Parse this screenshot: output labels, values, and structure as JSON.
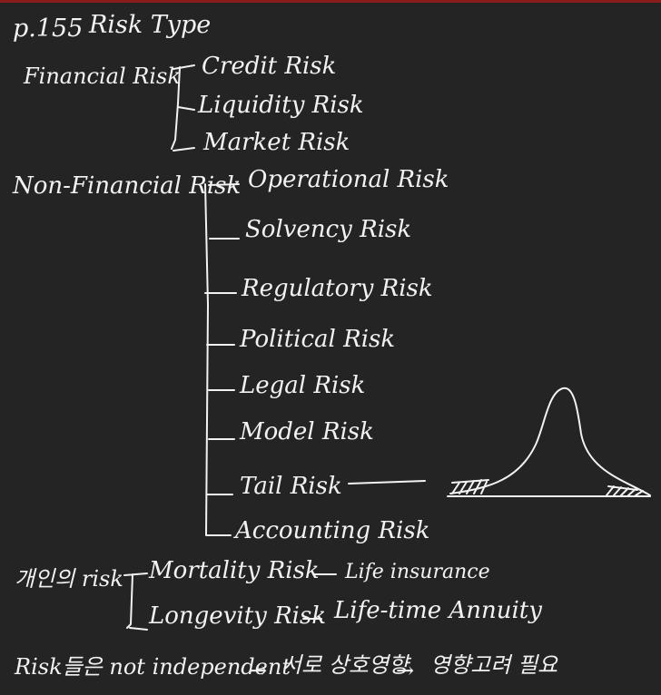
{
  "header": {
    "page_ref": "p.155",
    "title": "Risk Type"
  },
  "financial": {
    "label": "Financial Risk",
    "items": [
      "Credit Risk",
      "Liquidity Risk",
      "Market Risk"
    ]
  },
  "non_financial": {
    "label": "Non-Financial Risk",
    "items": [
      "Operational Risk",
      "Solvency Risk",
      "Regulatory Risk",
      "Political Risk",
      "Legal Risk",
      "Model Risk",
      "Tail Risk",
      "Accounting Risk"
    ]
  },
  "individual": {
    "label": "개인의 risk",
    "rows": [
      {
        "risk": "Mortality Risk",
        "product": "Life insurance"
      },
      {
        "risk": "Longevity Risk",
        "product": "Life-time Annuity"
      }
    ]
  },
  "conclusion": {
    "subject": "Risk들은 not independent",
    "arrow_1": "→",
    "middle": "서로 상호영향",
    "arrow_2": "→",
    "result": "영향고려 필요"
  },
  "colors": {
    "background": "#242424",
    "ink": "#f2f2f2",
    "top_bar": "#8a1c1c"
  }
}
